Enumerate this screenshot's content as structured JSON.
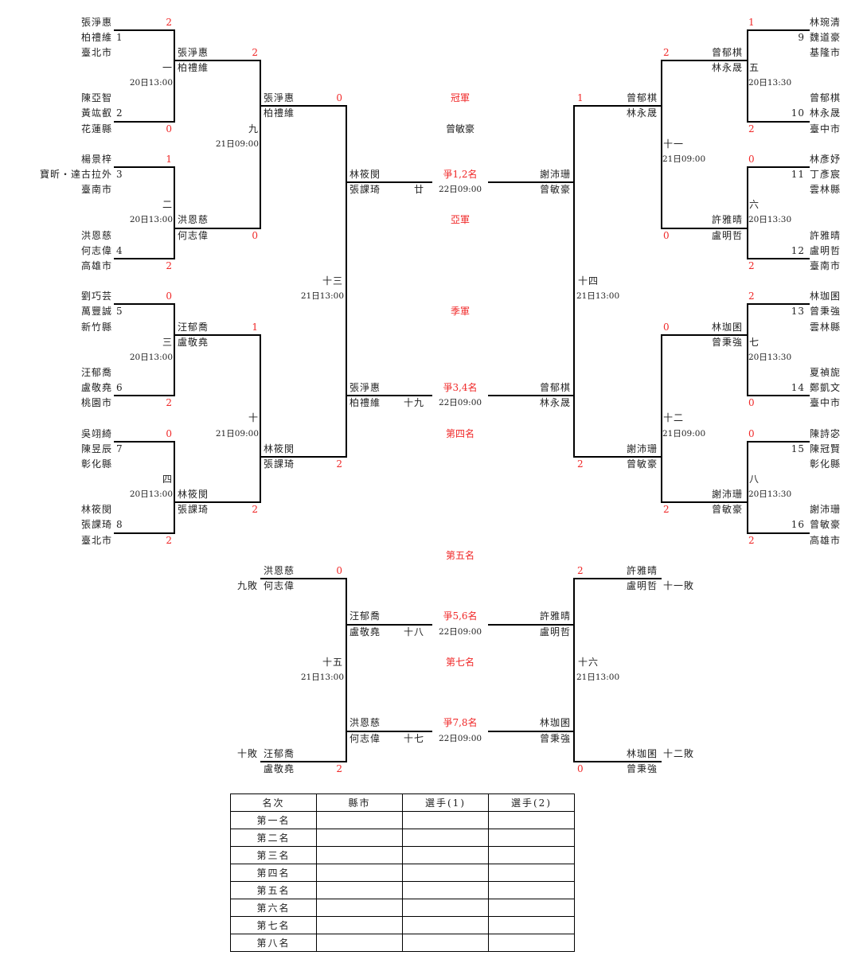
{
  "colors": {
    "highlight_red": "#f02828",
    "text": "#222222",
    "line": "#000000"
  },
  "left_bracket": {
    "first_round": [
      {
        "match": "一",
        "time": "20日13:00",
        "team_a": {
          "seed": "1",
          "players": [
            "張淨惠",
            "柏禮維"
          ],
          "city": "臺北市",
          "score": "2"
        },
        "team_b": {
          "seed": "2",
          "players": [
            "陳亞智",
            "黃竑叡"
          ],
          "city": "花蓮縣",
          "score": "0"
        }
      },
      {
        "match": "二",
        "time": "20日13:00",
        "team_a": {
          "seed": "3",
          "players": [
            "楊景梓",
            "寶昕・達古拉外"
          ],
          "city": "臺南市",
          "score": "1"
        },
        "team_b": {
          "seed": "4",
          "players": [
            "洪恩慈",
            "何志偉"
          ],
          "city": "高雄市",
          "score": "2"
        }
      },
      {
        "match": "三",
        "time": "20日13:00",
        "team_a": {
          "seed": "5",
          "players": [
            "劉巧芸",
            "萬豐誠"
          ],
          "city": "新竹縣",
          "score": "0"
        },
        "team_b": {
          "seed": "6",
          "players": [
            "汪郁喬",
            "盧敬堯"
          ],
          "city": "桃園市",
          "score": "2"
        }
      },
      {
        "match": "四",
        "time": "20日13:00",
        "team_a": {
          "seed": "7",
          "players": [
            "吳翊綺",
            "陳昱辰"
          ],
          "city": "彰化縣",
          "score": "0"
        },
        "team_b": {
          "seed": "8",
          "players": [
            "林筱閔",
            "張課琦"
          ],
          "city": "臺北市",
          "score": "2"
        }
      }
    ],
    "second_round": [
      {
        "match": "九",
        "time": "21日09:00",
        "top": {
          "players": [
            "張淨惠",
            "柏禮維"
          ],
          "score": "2"
        },
        "bottom": {
          "players": [
            "洪恩慈",
            "何志偉"
          ],
          "score": "0"
        }
      },
      {
        "match": "十",
        "time": "21日09:00",
        "top": {
          "players": [
            "汪郁喬",
            "盧敬堯"
          ],
          "score": "1"
        },
        "bottom": {
          "players": [
            "林筱閔",
            "張課琦"
          ],
          "score": "2"
        }
      }
    ],
    "semifinal": {
      "match": "十三",
      "time": "21日13:00",
      "top": {
        "players": [
          "張淨惠",
          "柏禮維"
        ],
        "score": "0"
      },
      "bottom": {
        "players": [
          "林筱閔",
          "張課琦"
        ],
        "score": "2"
      }
    }
  },
  "right_bracket": {
    "first_round": [
      {
        "match": "五",
        "time": "20日13:30",
        "team_a": {
          "seed": "9",
          "players": [
            "林琬清",
            "魏道豪"
          ],
          "city": "基隆市",
          "score": "1"
        },
        "team_b": {
          "seed": "10",
          "players": [
            "曾郁棋",
            "林永晟"
          ],
          "city": "臺中市",
          "score": "2"
        }
      },
      {
        "match": "六",
        "time": "20日13:30",
        "team_a": {
          "seed": "11",
          "players": [
            "林彥妤",
            "丁彥宸"
          ],
          "city": "雲林縣",
          "score": "0"
        },
        "team_b": {
          "seed": "12",
          "players": [
            "許雅晴",
            "盧明哲"
          ],
          "city": "臺南市",
          "score": "2"
        }
      },
      {
        "match": "七",
        "time": "20日13:30",
        "team_a": {
          "seed": "13",
          "players": [
            "林珈囷",
            "曾秉強"
          ],
          "city": "雲林縣",
          "score": "2"
        },
        "team_b": {
          "seed": "14",
          "players": [
            "夏禎旎",
            "鄭凱文"
          ],
          "city": "臺中市",
          "score": "0"
        }
      },
      {
        "match": "八",
        "time": "20日13:30",
        "team_a": {
          "seed": "15",
          "players": [
            "陳詩宓",
            "陳冠賢"
          ],
          "city": "彰化縣",
          "score": "0"
        },
        "team_b": {
          "seed": "16",
          "players": [
            "謝沛珊",
            "曾敏豪"
          ],
          "city": "高雄市",
          "score": "2"
        }
      }
    ],
    "second_round": [
      {
        "match": "十一",
        "time": "21日09:00",
        "top": {
          "players": [
            "曾郁棋",
            "林永晟"
          ],
          "score": "2"
        },
        "bottom": {
          "players": [
            "許雅晴",
            "盧明哲"
          ],
          "score": "0"
        }
      },
      {
        "match": "十二",
        "time": "21日09:00",
        "top": {
          "players": [
            "林珈囷",
            "曾秉強"
          ],
          "score": "0"
        },
        "bottom": {
          "players": [
            "謝沛珊",
            "曾敏豪"
          ],
          "score": "2"
        }
      }
    ],
    "semifinal": {
      "match": "十四",
      "time": "21日13:00",
      "top": {
        "players": [
          "曾郁棋",
          "林永晟"
        ],
        "score": "1"
      },
      "bottom": {
        "players": [
          "謝沛珊",
          "曾敏豪"
        ],
        "score": "2"
      }
    }
  },
  "finals": {
    "champion_label": "冠軍",
    "champion_name": "曾敏豪",
    "final": {
      "label": "爭1,2名",
      "time": "22日09:00",
      "match": "廿",
      "left": [
        "林筱閔",
        "張課琦"
      ],
      "right": [
        "謝沛珊",
        "曾敏豪"
      ]
    },
    "runner_up_label": "亞軍",
    "third_label": "季軍",
    "third_place": {
      "label": "爭3,4名",
      "time": "22日09:00",
      "match": "十九",
      "left": [
        "張淨惠",
        "柏禮維"
      ],
      "right": [
        "曾郁棋",
        "林永晟"
      ]
    },
    "fourth_label": "第四名"
  },
  "consolation": {
    "fifth_label": "第五名",
    "left_top": {
      "source": "九敗",
      "players": [
        "洪恩慈",
        "何志偉"
      ],
      "score": "0"
    },
    "left_bottom": {
      "source": "十敗",
      "players": [
        "汪郁喬",
        "盧敬堯"
      ],
      "score": "2"
    },
    "left_match": {
      "match": "十五",
      "time": "21日13:00"
    },
    "right_top": {
      "source": "十一敗",
      "players": [
        "許雅晴",
        "盧明哲"
      ],
      "score": "2"
    },
    "right_bottom": {
      "source": "十二敗",
      "players": [
        "林珈囷",
        "曾秉強"
      ],
      "score": "0"
    },
    "right_match": {
      "match": "十六",
      "time": "21日13:00"
    },
    "fifth_place": {
      "label": "爭5,6名",
      "time": "22日09:00",
      "match": "十八",
      "left": [
        "汪郁喬",
        "盧敬堯"
      ],
      "right": [
        "許雅晴",
        "盧明哲"
      ]
    },
    "seventh_label": "第七名",
    "seventh_place": {
      "label": "爭7,8名",
      "time": "22日09:00",
      "match": "十七",
      "left": [
        "洪恩慈",
        "何志偉"
      ],
      "right": [
        "林珈囷",
        "曾秉強"
      ]
    }
  },
  "ranking_table": {
    "headers": [
      "名次",
      "縣市",
      "選手(1)",
      "選手(2)"
    ],
    "rows": [
      {
        "rank": "第一名",
        "city": "",
        "player1": "",
        "player2": ""
      },
      {
        "rank": "第二名",
        "city": "",
        "player1": "",
        "player2": ""
      },
      {
        "rank": "第三名",
        "city": "",
        "player1": "",
        "player2": ""
      },
      {
        "rank": "第四名",
        "city": "",
        "player1": "",
        "player2": ""
      },
      {
        "rank": "第五名",
        "city": "",
        "player1": "",
        "player2": ""
      },
      {
        "rank": "第六名",
        "city": "",
        "player1": "",
        "player2": ""
      },
      {
        "rank": "第七名",
        "city": "",
        "player1": "",
        "player2": ""
      },
      {
        "rank": "第八名",
        "city": "",
        "player1": "",
        "player2": ""
      }
    ]
  }
}
